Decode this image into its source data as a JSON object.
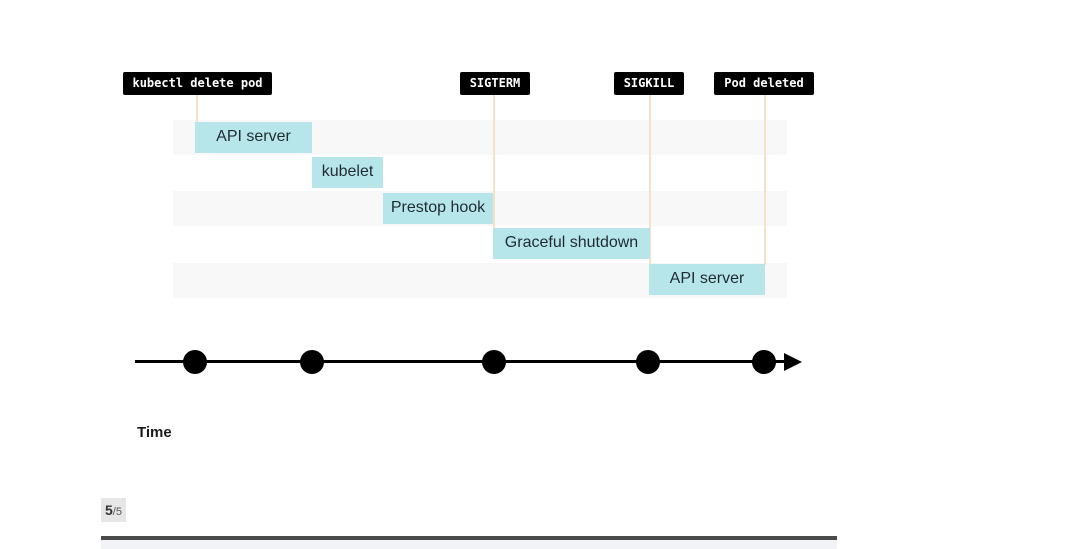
{
  "events": [
    {
      "label": "kubectl delete pod"
    },
    {
      "label": "SIGTERM"
    },
    {
      "label": "SIGKILL"
    },
    {
      "label": "Pod deleted"
    }
  ],
  "phases": [
    {
      "label": "API server"
    },
    {
      "label": "kubelet"
    },
    {
      "label": "Prestop hook"
    },
    {
      "label": "Graceful shutdown"
    },
    {
      "label": "API server"
    }
  ],
  "axis": {
    "label": "Time"
  },
  "pagination": {
    "current": "5",
    "total": "/5",
    "progress": 1.0
  },
  "colors": {
    "phase_fill": "#b7e6ea",
    "event_fill": "#000000",
    "guide_line": "#f3e2c6",
    "lane_fill": "#f8f8f8"
  }
}
